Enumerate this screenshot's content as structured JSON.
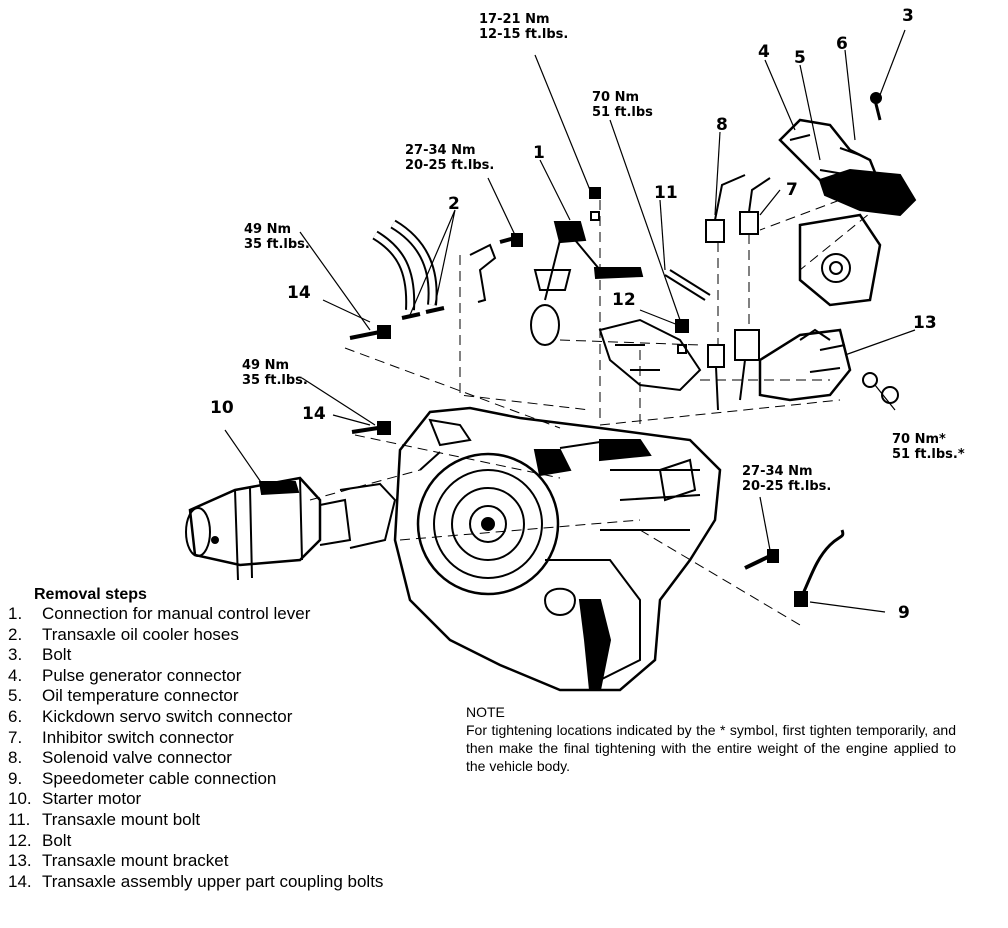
{
  "callouts": {
    "n1": "1",
    "n2": "2",
    "n3": "3",
    "n4": "4",
    "n5": "5",
    "n6": "6",
    "n7": "7",
    "n8": "8",
    "n9": "9",
    "n10": "10",
    "n11": "11",
    "n12": "12",
    "n13": "13",
    "n14a": "14",
    "n14b": "14"
  },
  "torques": {
    "t1": [
      "17-21 Nm",
      "12-15 ft.lbs."
    ],
    "t2": [
      "70 Nm",
      "51 ft.lbs"
    ],
    "t3": [
      "27-34 Nm",
      "20-25 ft.lbs."
    ],
    "t4": [
      "49 Nm",
      "35 ft.lbs."
    ],
    "t5": [
      "49 Nm",
      "35 ft.lbs."
    ],
    "t6": [
      "70 Nm*",
      "51 ft.lbs.*"
    ],
    "t7": [
      "27-34 Nm",
      "20-25 ft.lbs."
    ]
  },
  "removal_steps": {
    "title": "Removal steps",
    "items": [
      {
        "num": "1.",
        "text": "Connection for manual control lever"
      },
      {
        "num": "2.",
        "text": "Transaxle oil cooler hoses"
      },
      {
        "num": "3.",
        "text": "Bolt"
      },
      {
        "num": "4.",
        "text": "Pulse generator connector"
      },
      {
        "num": "5.",
        "text": "Oil temperature connector"
      },
      {
        "num": "6.",
        "text": "Kickdown servo switch connector"
      },
      {
        "num": "7.",
        "text": "Inhibitor switch connector"
      },
      {
        "num": "8.",
        "text": "Solenoid valve connector"
      },
      {
        "num": "9.",
        "text": "Speedometer cable connection"
      },
      {
        "num": "10.",
        "text": "Starter motor"
      },
      {
        "num": "11.",
        "text": "Transaxle mount bolt"
      },
      {
        "num": "12.",
        "text": "Bolt"
      },
      {
        "num": "13.",
        "text": "Transaxle mount bracket"
      },
      {
        "num": "14.",
        "text": "Transaxle assembly upper part coupling bolts"
      }
    ]
  },
  "note": {
    "title": "NOTE",
    "body": "For tightening locations indicated by the * symbol, first tighten temporarily, and then make the final tightening with the entire weight of the engine applied to the vehicle body."
  }
}
